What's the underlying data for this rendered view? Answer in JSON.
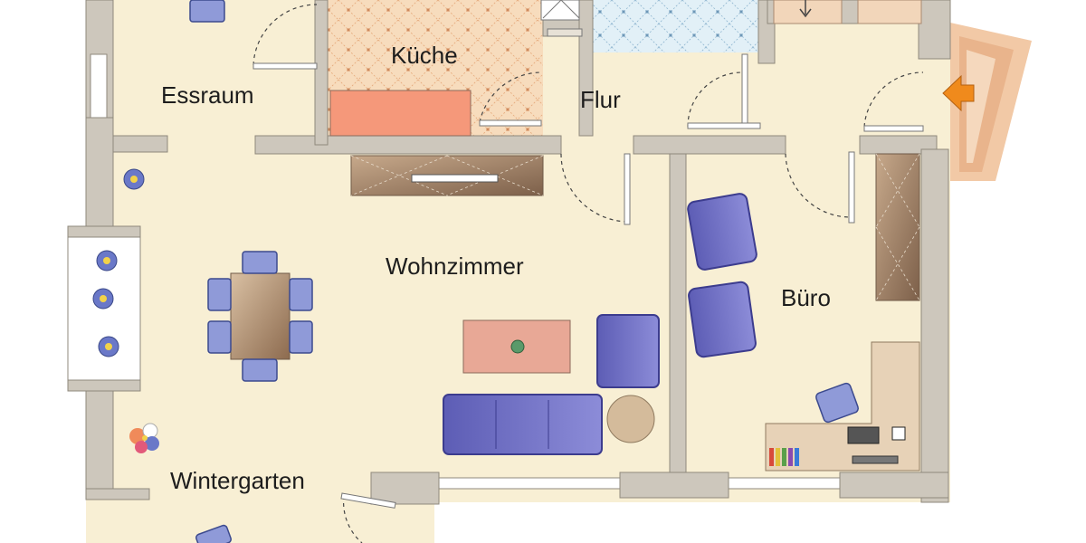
{
  "plan": {
    "rooms": [
      {
        "key": "kueche",
        "label": "Küche"
      },
      {
        "key": "essraum",
        "label": "Essraum"
      },
      {
        "key": "flur",
        "label": "Flur"
      },
      {
        "key": "wohnzimmer",
        "label": "Wohnzimmer"
      },
      {
        "key": "buero",
        "label": "Büro"
      },
      {
        "key": "wintergarten",
        "label": "Wintergarten"
      }
    ],
    "colors": {
      "floor": "#f8efd4",
      "wall": "#cdc7bc",
      "wall_edge": "#8f887c",
      "kitchen_floor": "#f5d6b4",
      "bath_tile": "#dcecf5",
      "sofa": "#6f6fc2",
      "wood": "#a6876a",
      "counter": "#f5987a",
      "entrance_arrow": "#f08a1c"
    },
    "icons": [
      "entrance-arrow-icon",
      "plant-icon",
      "flower-bouquet-icon",
      "computer-icon",
      "phone-icon",
      "books-icon"
    ]
  }
}
